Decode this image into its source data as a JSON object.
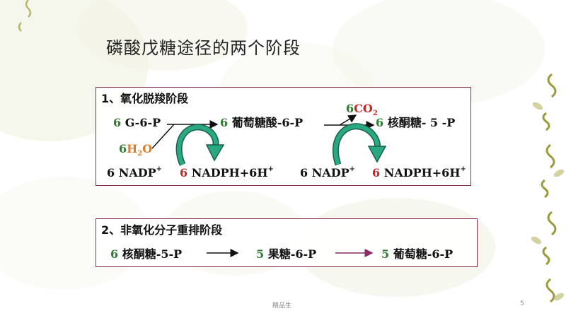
{
  "slide": {
    "title": "磷酸戊糖途径的两个阶段",
    "page_number": "5",
    "footer_text": "精品生"
  },
  "stage1": {
    "heading": "1、氧化脱羧阶段",
    "g6p_coef": "6",
    "g6p": " G-6-P",
    "gluconate_coef": "6",
    "gluconate": " 葡萄糖酸-6-P",
    "water_coef": "6",
    "water_h": "H",
    "water_sub": "2",
    "water_o": "O",
    "co2_coef": "6",
    "co2_main": "CO",
    "co2_sub": "2",
    "ribulose_coef": "6",
    "ribulose": " 核酮糖- 5 -P",
    "nadp1": "6 NADP",
    "nadp1_sup": "+",
    "nadph1_coef": "6",
    "nadph1": " NADPH+6H",
    "nadph1_sup": "+",
    "nadp2": "6 NADP",
    "nadp2_sup": "+",
    "nadph2_coef": "6",
    "nadph2": " NADPH+6H",
    "nadph2_sup": "+"
  },
  "stage2": {
    "heading": "2、非氧化分子重排阶段",
    "ribulose_coef": "6",
    "ribulose": " 核酮糖-5-P",
    "fructose_coef": "5",
    "fructose": " 果糖-6-P",
    "glucose_coef": "5",
    "glucose": " 葡萄糖-6-P"
  },
  "colors": {
    "coefficient_green": "#2e7d32",
    "coefficient_red": "#c62828",
    "water_orange": "#e07b22",
    "box_border": "#8b2a4a",
    "curved_arrow_teal": "#1f8f72",
    "purple_arrow": "#8b2a6a"
  }
}
